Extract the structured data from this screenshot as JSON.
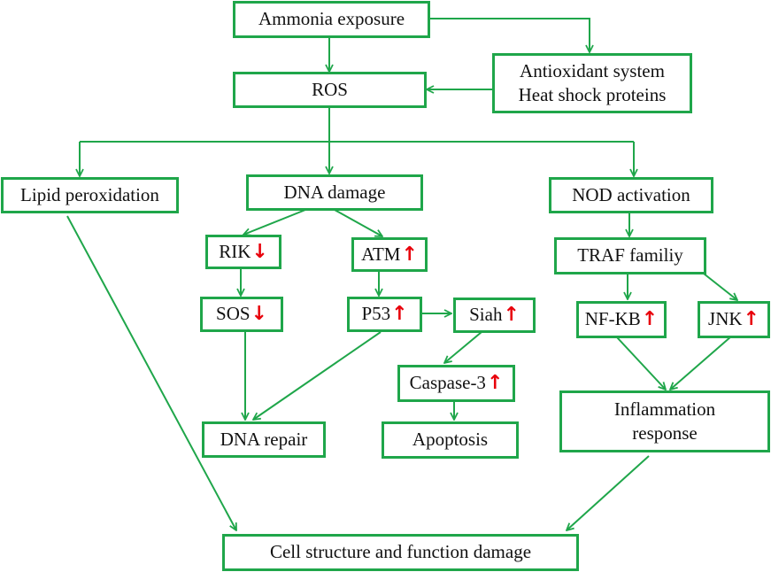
{
  "colors": {
    "node_border": "#1fa64a",
    "edge": "#1fa64a",
    "up": "#e8000b",
    "down": "#e8000b"
  },
  "nodes": {
    "ammonia": {
      "label": "Ammonia exposure"
    },
    "antioxidant": {
      "line1": "Antioxidant system",
      "line2": "Heat shock proteins"
    },
    "ros": {
      "label": "ROS"
    },
    "lipid": {
      "label": "Lipid peroxidation"
    },
    "dna_damage": {
      "label": "DNA damage"
    },
    "nod": {
      "label": "NOD activation"
    },
    "rik": {
      "label": "RIK",
      "indicator": "↓"
    },
    "atm": {
      "label": "ATM",
      "indicator": "↑"
    },
    "traf": {
      "label": "TRAF familiy"
    },
    "sos": {
      "label": "SOS",
      "indicator": "↓"
    },
    "p53": {
      "label": "P53",
      "indicator": "↑"
    },
    "siah": {
      "label": "Siah",
      "indicator": "↑"
    },
    "nfkb": {
      "label": "NF-KB",
      "indicator": "↑"
    },
    "jnk": {
      "label": "JNK",
      "indicator": "↑"
    },
    "caspase3": {
      "label": "Caspase-3",
      "indicator": "↑"
    },
    "inflammation": {
      "line1": "Inflammation",
      "line2": "response"
    },
    "dna_repair": {
      "label": "DNA repair"
    },
    "apoptosis": {
      "label": "Apoptosis"
    },
    "cell_damage": {
      "label": "Cell structure and function damage"
    }
  }
}
